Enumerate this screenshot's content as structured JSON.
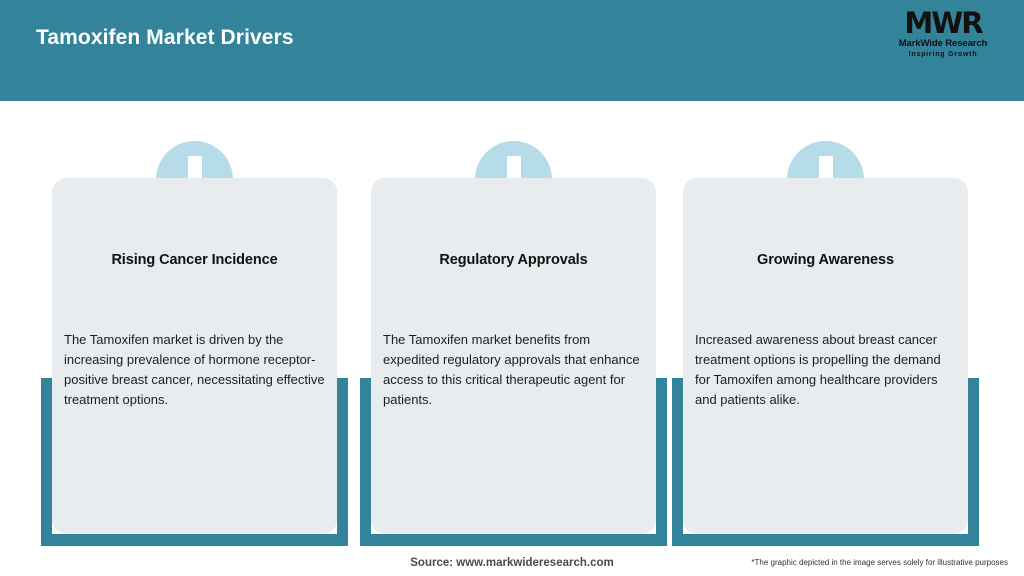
{
  "header": {
    "title": "Tamoxifen Market Drivers",
    "bg_color": "#33839A",
    "title_color": "#FFFFFF"
  },
  "logo": {
    "mark": "MWR",
    "name": "MarkWide Research",
    "tagline": "Inspiring Growth"
  },
  "cards": [
    {
      "icon": "arrow-down-icon",
      "title": "Rising Cancer Incidence",
      "body": "The Tamoxifen market is driven by the increasing prevalence of hormone receptor-positive breast cancer, necessitating effective treatment options."
    },
    {
      "icon": "arrow-down-icon",
      "title": "Regulatory Approvals",
      "body": "The Tamoxifen market benefits from expedited regulatory approvals that enhance access to this critical therapeutic agent for patients."
    },
    {
      "icon": "arrow-down-icon",
      "title": "Growing Awareness",
      "body": "Increased awareness about breast cancer treatment options is propelling the demand for Tamoxifen among healthcare providers and patients alike."
    }
  ],
  "footer": {
    "source": "Source: www.markwideresearch.com",
    "disclaimer": "*The graphic depicted in the image serves solely for illustrative purposes"
  },
  "colors": {
    "accent_teal": "#33839A",
    "card_grey": "#E8ECEE",
    "icon_circle_blue": "#B7DCE9",
    "page_bg": "#FFFFFF"
  }
}
